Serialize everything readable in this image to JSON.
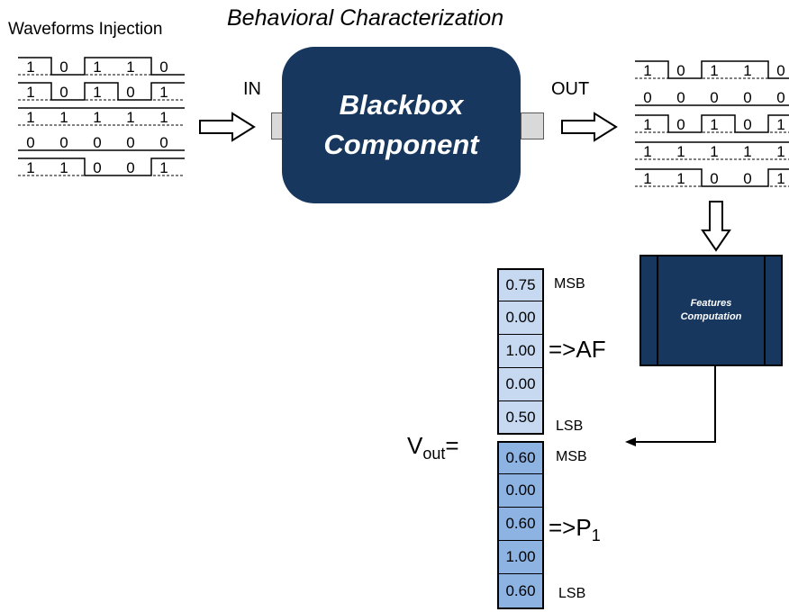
{
  "title": "Behavioral Characterization",
  "waveforms_title": "Waveforms Injection",
  "input_label": "IN",
  "output_label": "OUT",
  "blackbox": {
    "line1": "Blackbox",
    "line2": "Component"
  },
  "features": {
    "line1": "Features",
    "line2": "Computation"
  },
  "input_waveforms": [
    [
      "1",
      "0",
      "1",
      "1",
      "0"
    ],
    [
      "1",
      "0",
      "1",
      "0",
      "1"
    ],
    [
      "1",
      "1",
      "1",
      "1",
      "1"
    ],
    [
      "0",
      "0",
      "0",
      "0",
      "0"
    ],
    [
      "1",
      "1",
      "0",
      "0",
      "1"
    ]
  ],
  "output_waveforms": [
    [
      "1",
      "0",
      "1",
      "1",
      "0"
    ],
    [
      "0",
      "0",
      "0",
      "0",
      "0"
    ],
    [
      "1",
      "0",
      "1",
      "0",
      "1"
    ],
    [
      "1",
      "1",
      "1",
      "1",
      "1"
    ],
    [
      "1",
      "1",
      "0",
      "0",
      "1"
    ]
  ],
  "vout": {
    "label": "V",
    "sub": "out",
    "eq": "="
  },
  "af_vector": {
    "values": [
      "0.75",
      "0.00",
      "1.00",
      "0.00",
      "0.50"
    ],
    "msb": "MSB",
    "lsb": "LSB",
    "label": "=>AF"
  },
  "p1_vector": {
    "values": [
      "0.60",
      "0.00",
      "0.60",
      "1.00",
      "0.60"
    ],
    "msb": "MSB",
    "lsb": "LSB",
    "label": "=>P",
    "label_sub": "1"
  },
  "colors": {
    "navy": "#17375e",
    "af_fill": "#c6d9f1",
    "p1_fill": "#8db3e2",
    "port": "#d9d9d9"
  }
}
